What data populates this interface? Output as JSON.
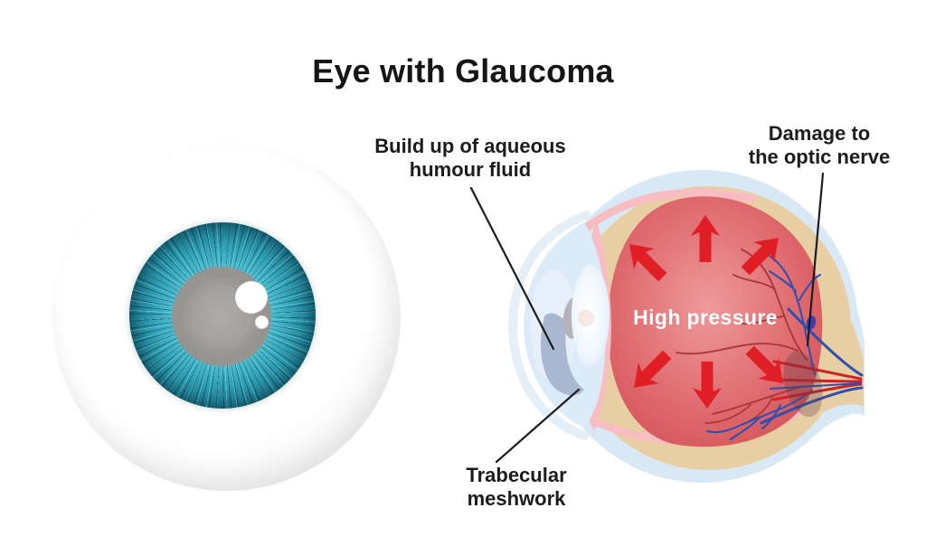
{
  "title": "Eye with Glaucoma",
  "labels": {
    "aqueous": [
      "Build up of aqueous",
      "humour fluid"
    ],
    "optic": [
      "Damage to",
      "the optic nerve"
    ],
    "trabecular": [
      "Trabecular",
      "meshwork"
    ],
    "pressure": "High pressure"
  },
  "colors": {
    "arrow_red": "#e01e25",
    "interior_red_center": "#ec9597",
    "interior_red_edge": "#d6595f",
    "sclera_outer_blue": "#d9e8f5",
    "choroid_tan": "#e8cfa3",
    "ciliary_pink": "#f8bdc3",
    "cornea_blue": "#dcebf8",
    "aqueous_buildup_gray_blue": "#a9b8d0",
    "lens_white": "#f4f9fe",
    "vessel_red": "#a73539",
    "vessel_blue": "#2e4fb0",
    "optic_disc_blue": "#3d3dae",
    "iris_teal": "#35a8bd",
    "pupil_gray": "#a3a09d",
    "label_text": "#1c1c1c"
  }
}
